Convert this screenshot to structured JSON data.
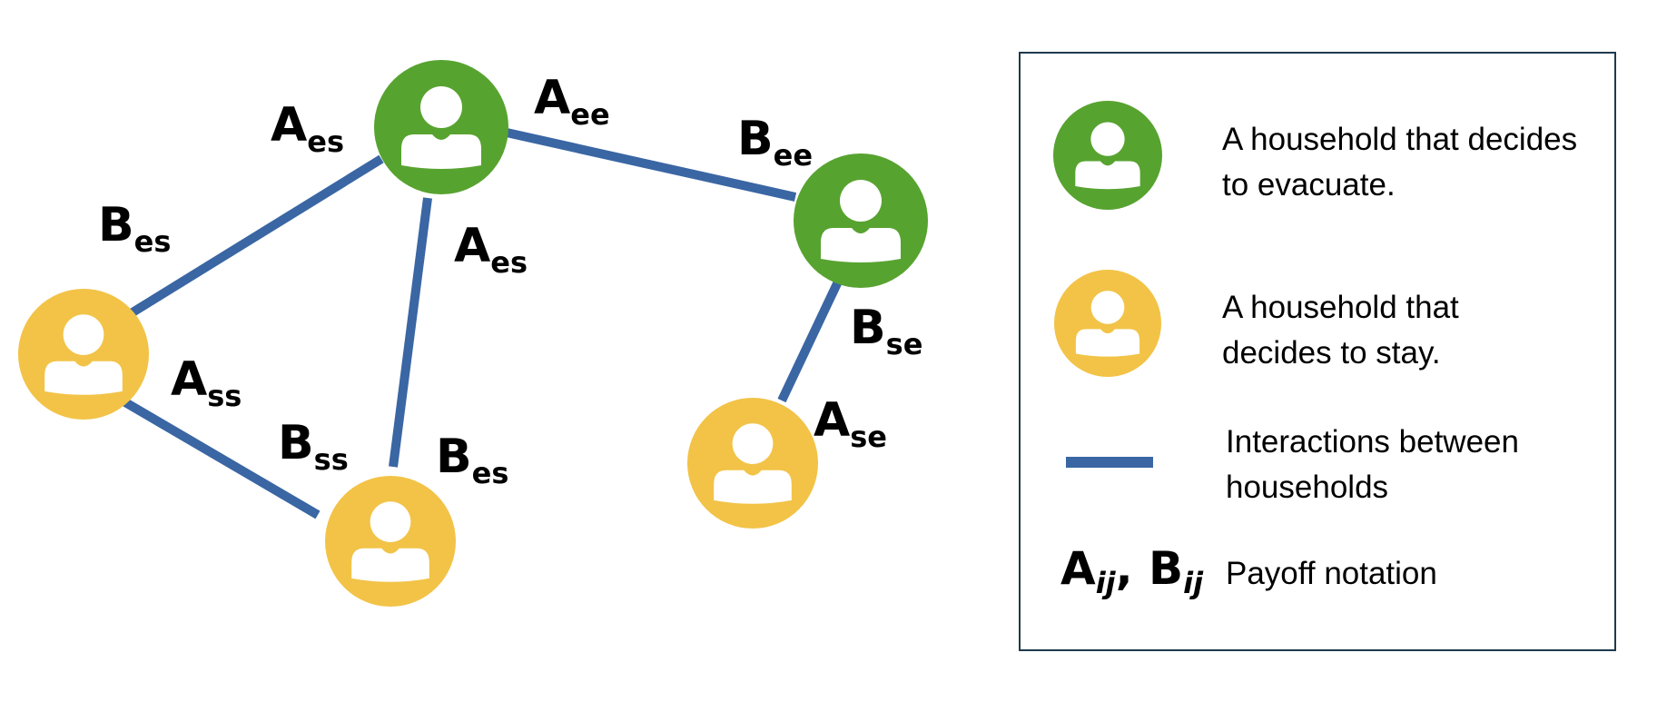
{
  "colors": {
    "evacuate": "#57a330",
    "stay": "#f2c347",
    "edge": "#3a66a3",
    "legend_border": "#1f3a4d",
    "person": "#ffffff"
  },
  "nodes": [
    {
      "id": "n1",
      "type": "evacuate"
    },
    {
      "id": "n2",
      "type": "evacuate"
    },
    {
      "id": "n3",
      "type": "stay"
    },
    {
      "id": "n4",
      "type": "stay"
    },
    {
      "id": "n5",
      "type": "stay"
    }
  ],
  "edges": [
    {
      "from": "n1",
      "to": "n2"
    },
    {
      "from": "n1",
      "to": "n3"
    },
    {
      "from": "n1",
      "to": "n4"
    },
    {
      "from": "n3",
      "to": "n4"
    },
    {
      "from": "n2",
      "to": "n5"
    }
  ],
  "edge_labels": [
    {
      "main": "A",
      "sub": "es"
    },
    {
      "main": "A",
      "sub": "ee"
    },
    {
      "main": "B",
      "sub": "ee"
    },
    {
      "main": "B",
      "sub": "es"
    },
    {
      "main": "A",
      "sub": "es"
    },
    {
      "main": "A",
      "sub": "ss"
    },
    {
      "main": "B",
      "sub": "ss"
    },
    {
      "main": "B",
      "sub": "es"
    },
    {
      "main": "B",
      "sub": "se"
    },
    {
      "main": "A",
      "sub": "se"
    }
  ],
  "legend": {
    "evacuate_line1": "A household that decides",
    "evacuate_line2": "to evacuate.",
    "stay_line1": "A household that",
    "stay_line2": "decides to stay.",
    "interaction_line1": "Interactions between",
    "interaction_line2": "households",
    "notation_a": "A",
    "notation_ij_a": "ij",
    "notation_sep": ", ",
    "notation_b": "B",
    "notation_ij_b": "ij",
    "notation_text": "Payoff notation"
  }
}
